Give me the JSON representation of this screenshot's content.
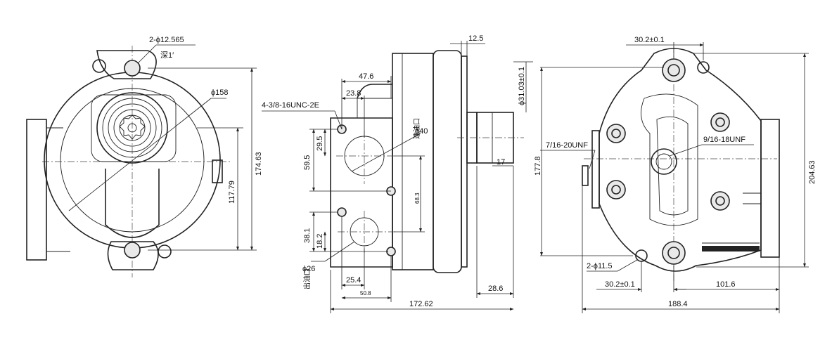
{
  "view1": {
    "holes_label": "2-ϕ12.565",
    "depth_label": "深1′",
    "dia_label": "ϕ158",
    "dim_174": "174.63",
    "dim_117": "117.79"
  },
  "view2": {
    "thread_label": "4-3/8-16UNC-2E",
    "dim_12_5": "12.5",
    "dim_47_6": "47.6",
    "dim_23_8": "23.8",
    "dim_31_03": "ϕ31.03±0.1",
    "inlet_dia": "ϕ40",
    "inlet_cn": "進油口",
    "dim_29_5": "29.5",
    "dim_59_5": "59.5",
    "dim_68_3": "68.3",
    "dim_17": "17",
    "dim_38_1": "38.1",
    "dim_18_2": "18.2",
    "outlet_dia": "ϕ26",
    "outlet_cn": "出油口",
    "dim_25_4": "25.4",
    "dim_50_8": "50.8",
    "dim_28_6": "28.6",
    "dim_172": "172.62"
  },
  "view3": {
    "dim_30_top": "30.2±0.1",
    "port_label": "7/16-20UNF",
    "port2_label": "9/16-18UNF",
    "dim_177": "177.8",
    "dim_204": "204.63",
    "holes_label": "2-ϕ11.5",
    "dim_30_bottom": "30.2±0.1",
    "dim_101": "101.6",
    "dim_188": "188.4"
  }
}
